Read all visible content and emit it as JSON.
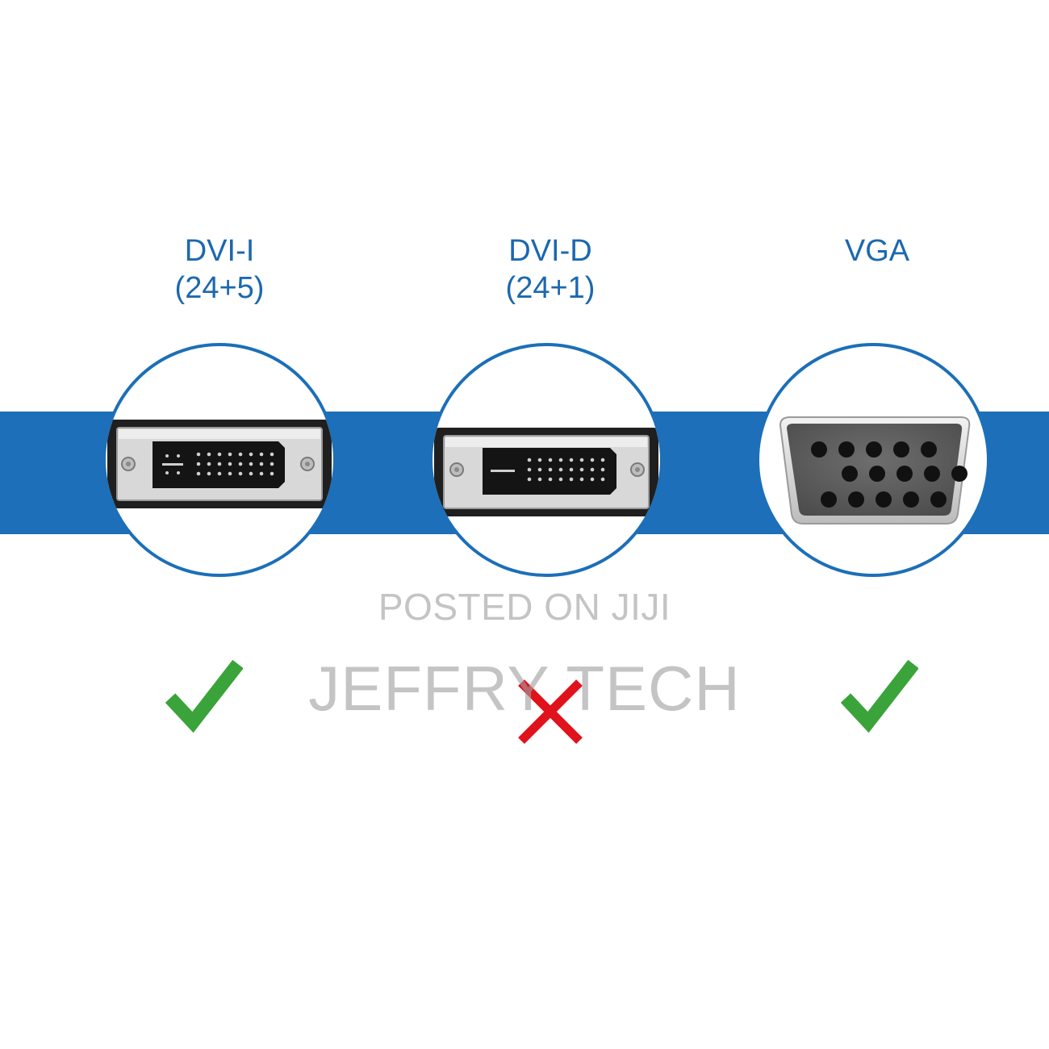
{
  "connectors": [
    {
      "name": "DVI-I",
      "pins": "(24+5)",
      "compatible": true,
      "icon": "check-icon"
    },
    {
      "name": "DVI-D",
      "pins": "(24+1)",
      "compatible": false,
      "icon": "cross-icon"
    },
    {
      "name": "VGA",
      "pins": "",
      "compatible": true,
      "icon": "check-icon"
    }
  ],
  "watermark": {
    "line1": "POSTED ON JIJI",
    "line2": "JEFFRY TECH"
  },
  "colors": {
    "band": "#1c6fb8",
    "label": "#1c68b0",
    "check": "#3aa33a",
    "cross": "#e0121b"
  }
}
